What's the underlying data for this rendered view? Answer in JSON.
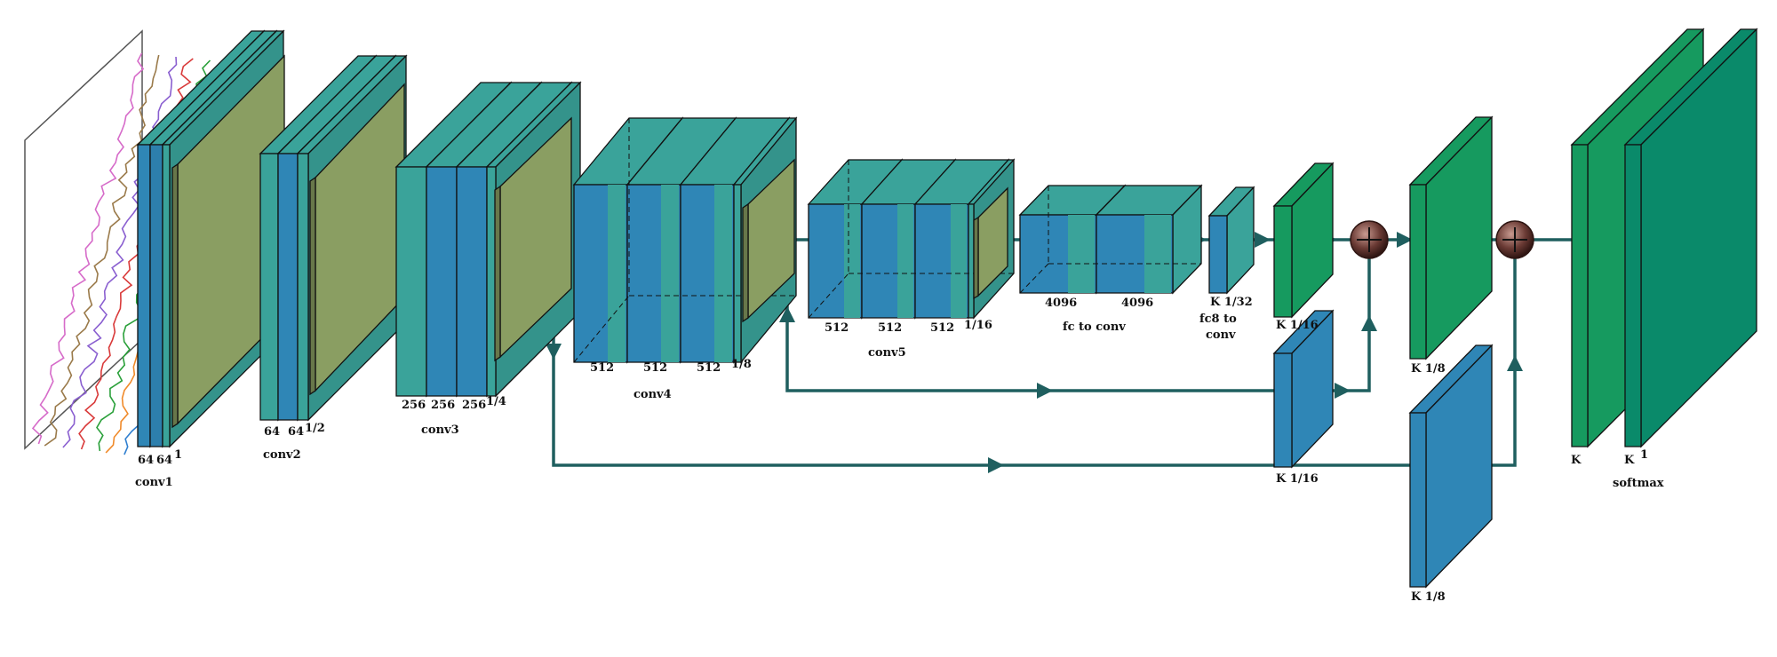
{
  "colors": {
    "blue": "#2f86b6",
    "teal": "#3aa39a",
    "green": "#169a5f",
    "dark_green": "#0a8a6a",
    "olive": "#8a9e62",
    "connector": "#1f5f5f",
    "sum_node": "#5a2e2a"
  },
  "input": {
    "series_colors": [
      "#d66bc9",
      "#9a7a4a",
      "#8a5fd0",
      "#d93a3a",
      "#2aa03a",
      "#f08a2a",
      "#2f7fd0"
    ]
  },
  "stages": {
    "conv1": {
      "name": "conv1",
      "dims": [
        "64",
        "64",
        "1"
      ]
    },
    "conv2": {
      "name": "conv2",
      "dims": [
        "64",
        "64",
        "1/2"
      ]
    },
    "conv3": {
      "name": "conv3",
      "dims": [
        "256",
        "256",
        "256",
        "1/4"
      ]
    },
    "conv4": {
      "name": "conv4",
      "dims": [
        "512",
        "512",
        "512",
        "1/8"
      ]
    },
    "conv5": {
      "name": "conv5",
      "dims": [
        "512",
        "512",
        "512",
        "1/16"
      ]
    },
    "fc": {
      "name": "fc to conv",
      "dims": [
        "4096",
        "4096"
      ]
    },
    "fc8": {
      "name_line1": "fc8 to",
      "name_line2": "conv",
      "dim": "K 1/32"
    },
    "up_a": {
      "dim": "K 1/16"
    },
    "skip_a": {
      "dim": "K 1/16"
    },
    "up_b": {
      "dim": "K 1/8"
    },
    "skip_b": {
      "dim": "K 1/8"
    },
    "softmax": {
      "name": "softmax",
      "dims": [
        "K",
        "K",
        "1"
      ]
    }
  },
  "sum_symbol": "+"
}
